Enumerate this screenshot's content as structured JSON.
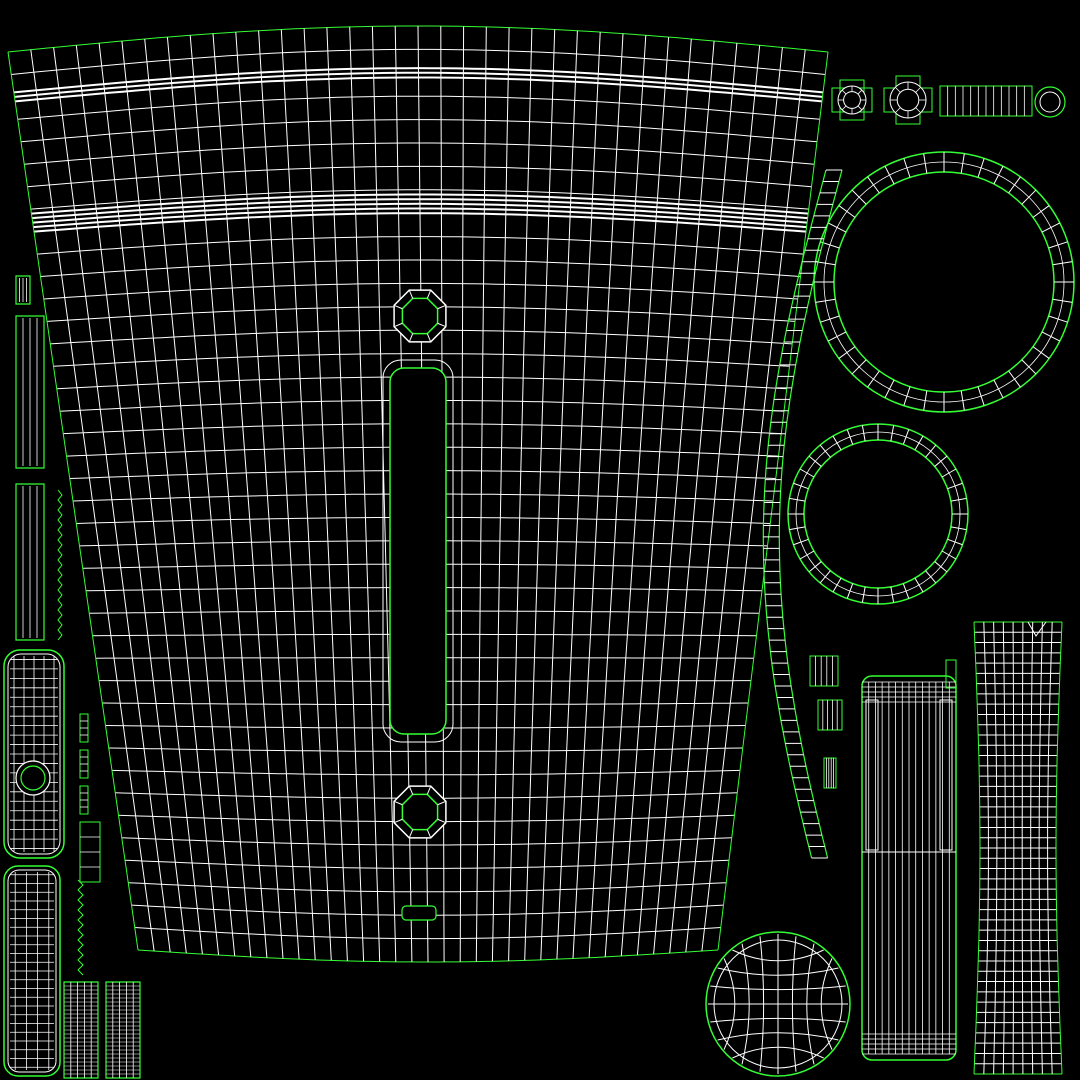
{
  "colors": {
    "background": "#000000",
    "wire": "#ffffff",
    "border": "#33ff33"
  },
  "islands": [
    {
      "name": "main-panel-island",
      "shape": "fan-grid",
      "rows": 40,
      "cols": 36
    },
    {
      "name": "slot-hole",
      "shape": "rounded-slot"
    },
    {
      "name": "screw-hole-top",
      "shape": "octagon-hole"
    },
    {
      "name": "screw-hole-bottom",
      "shape": "octagon-hole"
    },
    {
      "name": "large-ring-island",
      "shape": "ring",
      "segments": 40
    },
    {
      "name": "medium-ring-island",
      "shape": "ring",
      "segments": 36
    },
    {
      "name": "disc-island",
      "shape": "sphere-grid"
    },
    {
      "name": "arc-strip-island",
      "shape": "curved-strip"
    },
    {
      "name": "tall-band-island",
      "shape": "grid-strip"
    },
    {
      "name": "cylinder-island",
      "shape": "cylinder"
    },
    {
      "name": "left-rounded-panel-top",
      "shape": "rounded-grid"
    },
    {
      "name": "left-rounded-panel-bottom",
      "shape": "rounded-grid"
    },
    {
      "name": "left-thin-strips",
      "shape": "thin-strips"
    },
    {
      "name": "bottom-small-grids",
      "shape": "grid-strip"
    },
    {
      "name": "top-right-bolt-islands",
      "shape": "bolt-caps"
    }
  ]
}
